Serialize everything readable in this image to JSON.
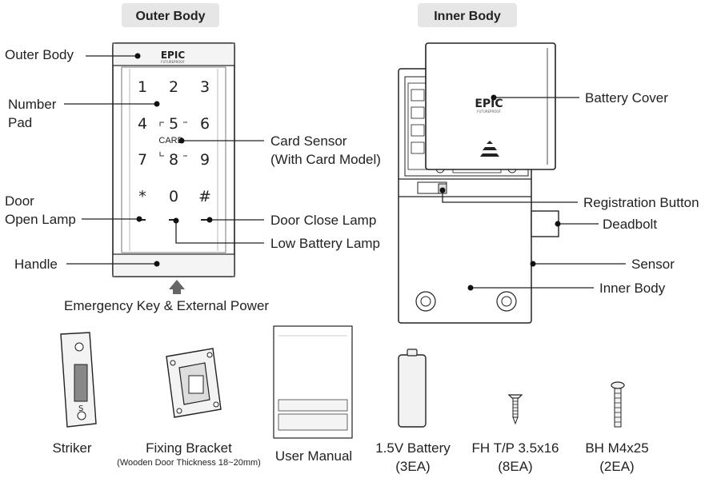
{
  "headers": {
    "outer": "Outer Body",
    "inner": "Inner Body"
  },
  "outer_labels": {
    "outer_body": "Outer Body",
    "number": "Number",
    "pad": "Pad",
    "door": "Door",
    "open_lamp": "Open Lamp",
    "handle": "Handle",
    "card_sensor": "Card Sensor",
    "with_card": "(With Card Model)",
    "door_close": "Door Close Lamp",
    "low_battery": "Low Battery Lamp",
    "emergency": "Emergency Key & External Power"
  },
  "keypad": [
    "1",
    "2",
    "3",
    "4",
    "5",
    "6",
    "7",
    "8",
    "9",
    "*",
    "0",
    "#"
  ],
  "card_mark": "CARD",
  "brand": {
    "logo": "EPIC",
    "tagline": "FUTUREPROOF"
  },
  "inner_labels": {
    "battery_cover": "Battery Cover",
    "registration": "Registration Button",
    "deadbolt": "Deadbolt",
    "sensor": "Sensor",
    "inner_body": "Inner Body"
  },
  "accessories": [
    {
      "name": "Striker",
      "sub": ""
    },
    {
      "name": "Fixing Bracket",
      "sub": "(Wooden Door Thickness 18~20mm)"
    },
    {
      "name": "User Manual",
      "sub": ""
    },
    {
      "name": "1.5V Battery",
      "sub": "(3EA)"
    },
    {
      "name": "FH  T/P  3.5x16",
      "sub": "(8EA)"
    },
    {
      "name": "BH   M4x25",
      "sub": "(2EA)"
    }
  ],
  "colors": {
    "line": "#222222",
    "header_bg": "#e6e6e6",
    "device": "#f2f2f2"
  }
}
